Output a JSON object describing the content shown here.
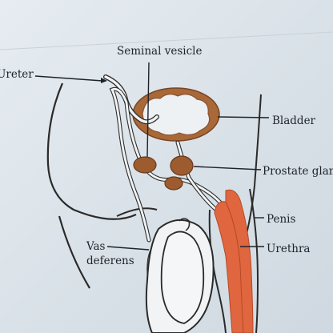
{
  "diagram": {
    "labels": {
      "seminal_vesicle": "Seminal vesicle",
      "ureter": "Ureter",
      "bladder": "Bladder",
      "prostate_gland": "Prostate gland",
      "penis": "Penis",
      "urethra": "Urethra",
      "vas_deferens_line1": "Vas",
      "vas_deferens_line2": "deferens"
    },
    "colors": {
      "paper": "#dfe6ec",
      "ink": "#1e2328",
      "bladder_wall": "#a86838",
      "gland": "#9c5c30",
      "erectile_tissue": "#e0663f",
      "tube": "#f1f3f4"
    }
  }
}
